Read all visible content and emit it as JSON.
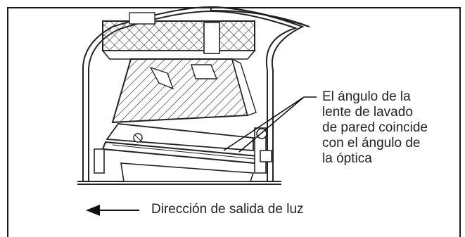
{
  "callout": {
    "lines": [
      "El ángulo de la",
      "lente de lavado",
      "de pared coincide",
      "con el ángulo de",
      "la óptica"
    ]
  },
  "caption": {
    "text": "Dirección de salida de luz"
  },
  "arrow": {
    "direction": "left"
  }
}
